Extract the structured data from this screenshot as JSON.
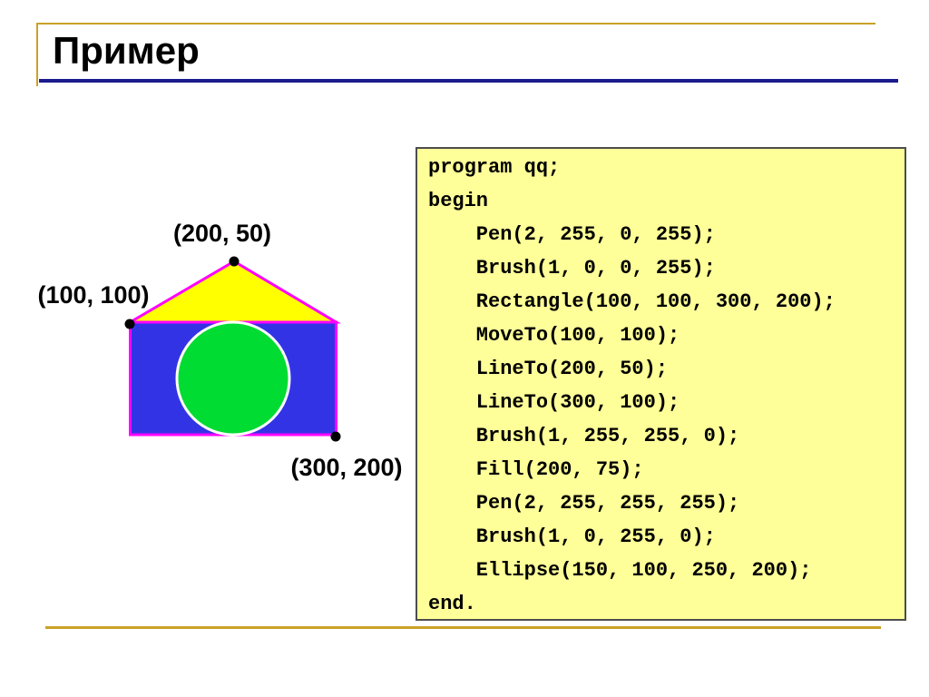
{
  "slide": {
    "title": "Пример"
  },
  "palette": {
    "accent_gold": "#C9A227",
    "accent_navy": "#1B1B8E",
    "code_box_bg": "#FFFF99",
    "code_box_border": "#4D4D4D",
    "house_rect_fill": "#3333E6",
    "house_roof_fill": "#FFFF00",
    "house_outline_pen": "#FF00FF",
    "house_circle_fill": "#00DC32",
    "house_circle_outline": "#FFFFFF",
    "vertex_dot": "#000000"
  },
  "diagram": {
    "labels": {
      "apex": "(200, 50)",
      "top_left": "(100, 100)",
      "bottom_right": "(300, 200)"
    }
  },
  "code": {
    "lines": [
      "program qq;",
      "begin",
      "    Pen(2, 255, 0, 255);",
      "    Brush(1, 0, 0, 255);",
      "    Rectangle(100, 100, 300, 200);",
      "    MoveTo(100, 100);",
      "    LineTo(200, 50);",
      "    LineTo(300, 100);",
      "    Brush(1, 255, 255, 0);",
      "    Fill(200, 75);",
      "    Pen(2, 255, 255, 255);",
      "    Brush(1, 0, 255, 0);",
      "    Ellipse(150, 100, 250, 200);",
      "end."
    ]
  }
}
